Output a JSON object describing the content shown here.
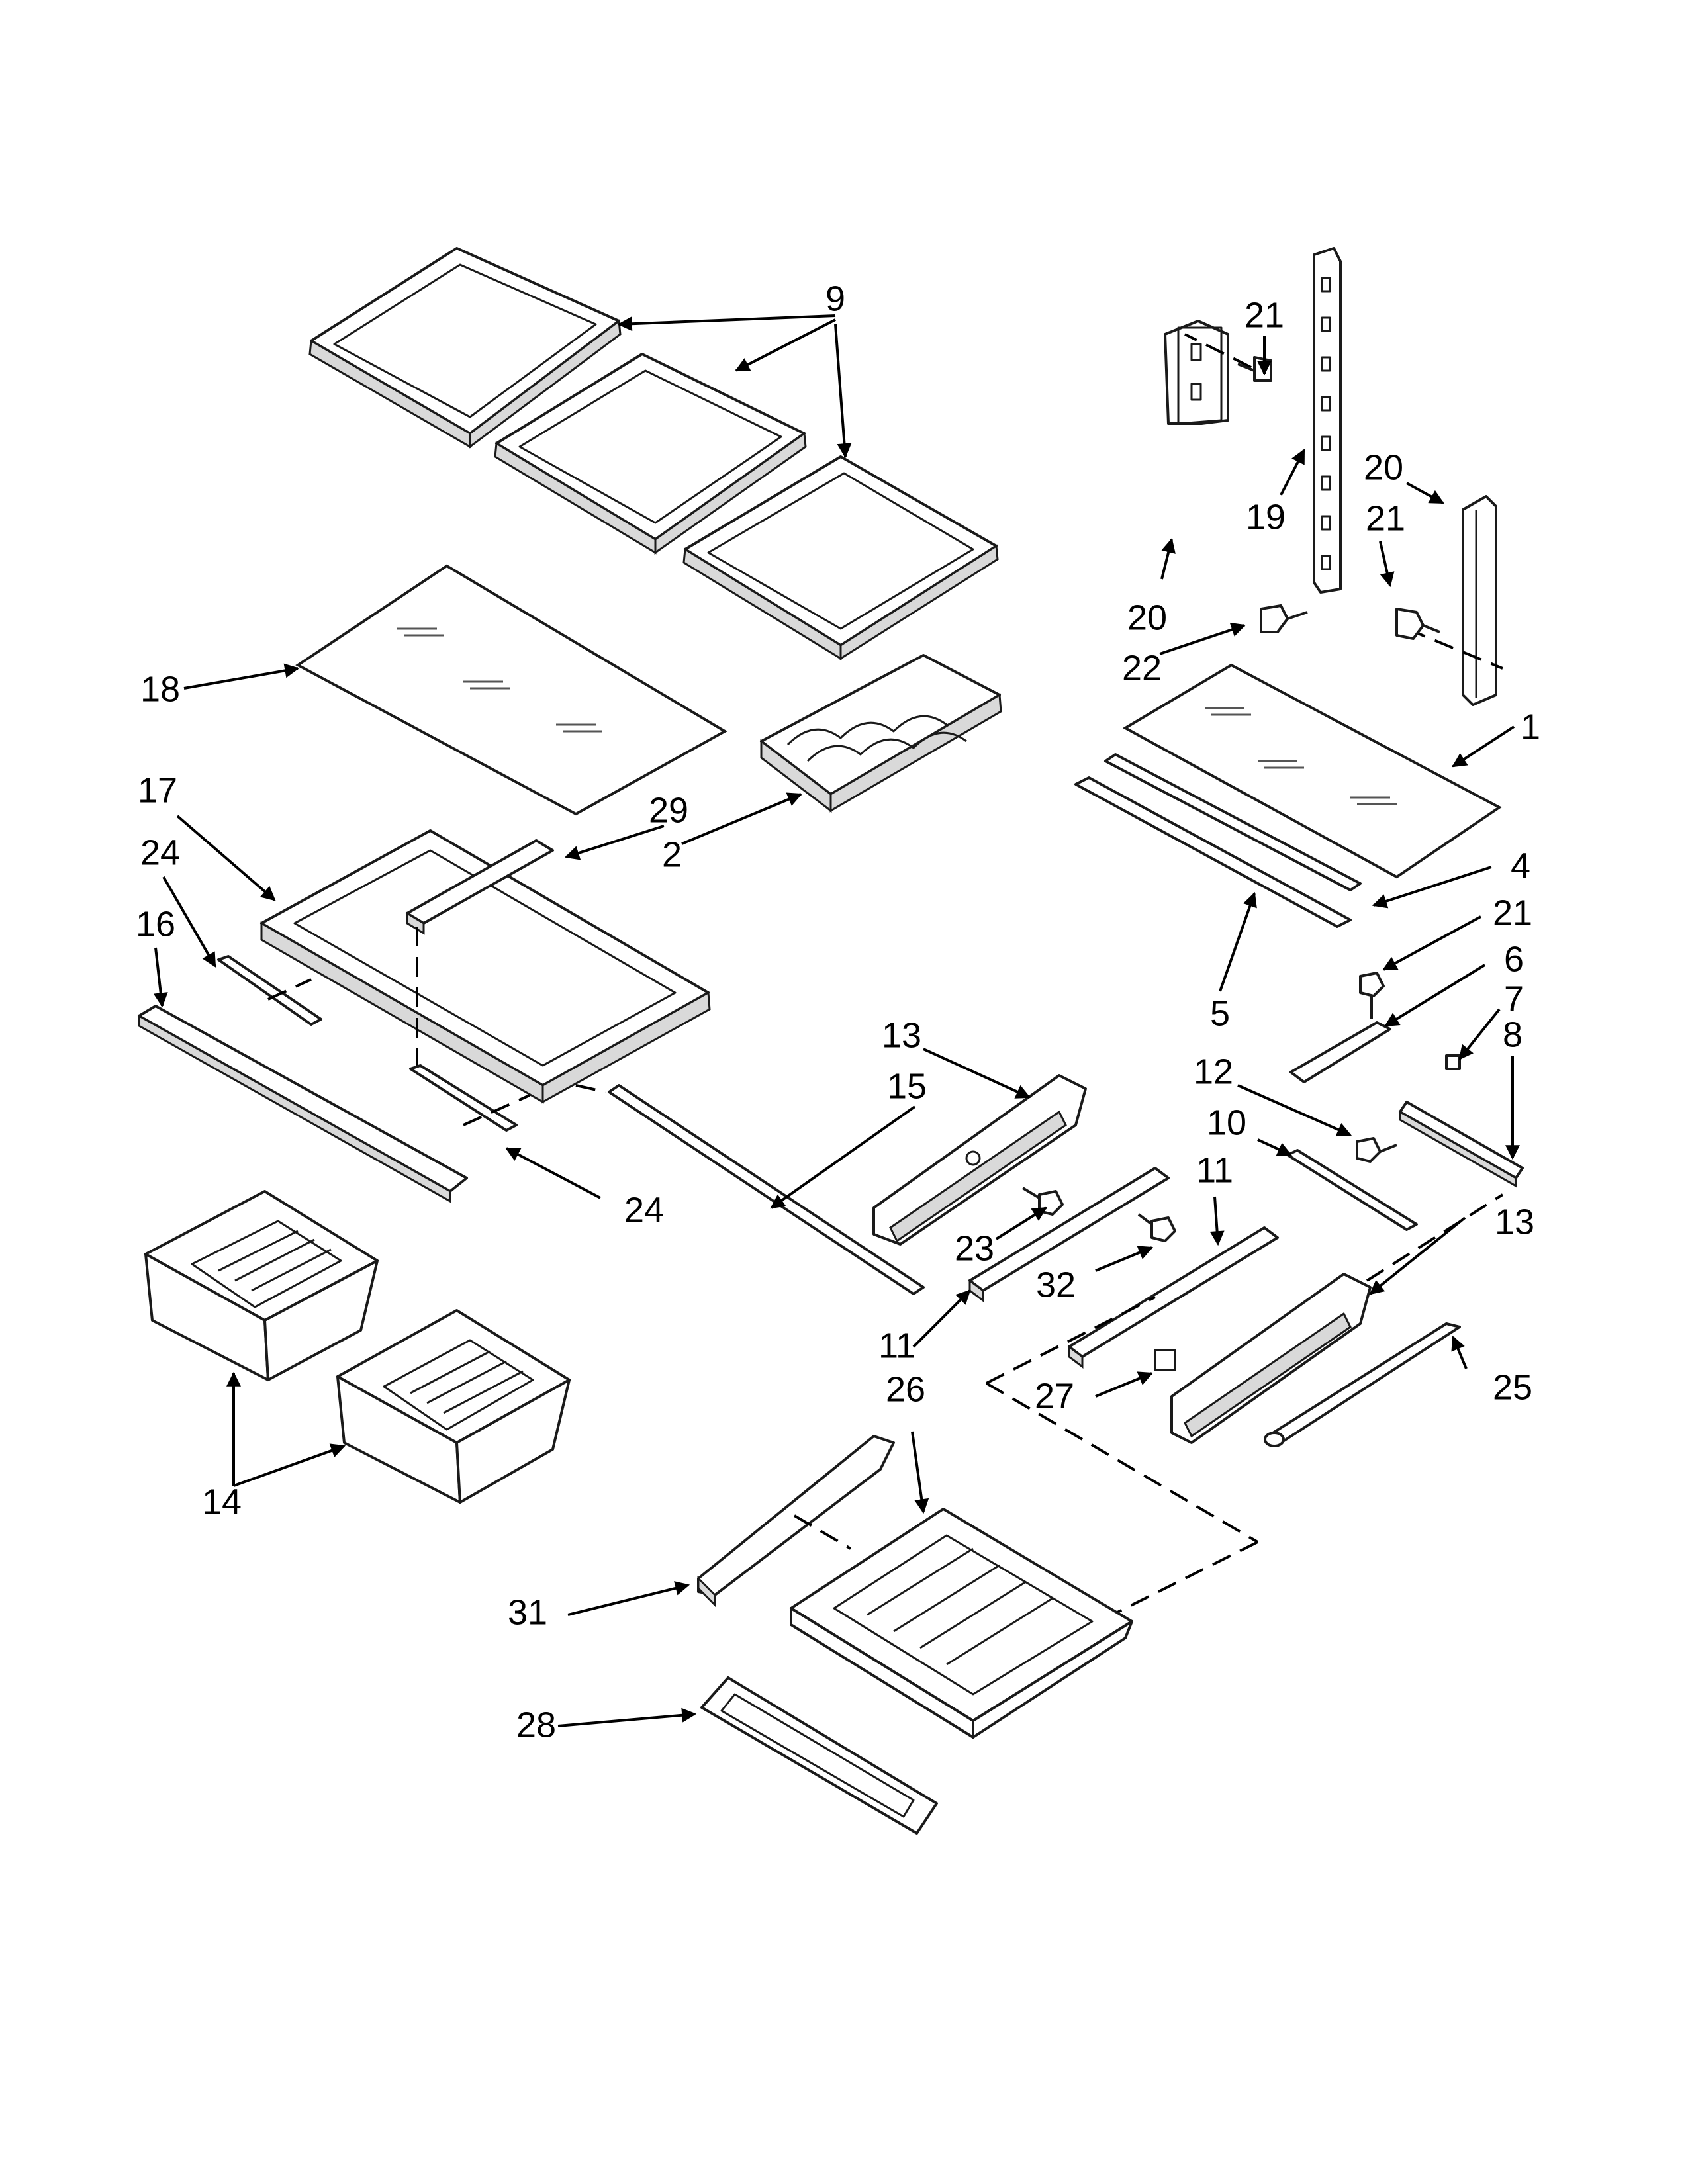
{
  "callouts": [
    {
      "id": "c1",
      "text": "9"
    },
    {
      "id": "c2",
      "text": "21"
    },
    {
      "id": "c3",
      "text": "20"
    },
    {
      "id": "c4",
      "text": "19"
    },
    {
      "id": "c5",
      "text": "21"
    },
    {
      "id": "c6",
      "text": "20"
    },
    {
      "id": "c7",
      "text": "22"
    },
    {
      "id": "c8",
      "text": "18"
    },
    {
      "id": "c9",
      "text": "1"
    },
    {
      "id": "c10",
      "text": "17"
    },
    {
      "id": "c11",
      "text": "29"
    },
    {
      "id": "c12",
      "text": "2"
    },
    {
      "id": "c13",
      "text": "24"
    },
    {
      "id": "c14",
      "text": "16"
    },
    {
      "id": "c15",
      "text": "4"
    },
    {
      "id": "c16",
      "text": "21"
    },
    {
      "id": "c17",
      "text": "6"
    },
    {
      "id": "c18",
      "text": "7"
    },
    {
      "id": "c19",
      "text": "5"
    },
    {
      "id": "c20",
      "text": "13"
    },
    {
      "id": "c21",
      "text": "15"
    },
    {
      "id": "c22",
      "text": "12"
    },
    {
      "id": "c23",
      "text": "8"
    },
    {
      "id": "c24",
      "text": "10"
    },
    {
      "id": "c25",
      "text": "11"
    },
    {
      "id": "c26",
      "text": "24"
    },
    {
      "id": "c27",
      "text": "23"
    },
    {
      "id": "c28",
      "text": "13"
    },
    {
      "id": "c29",
      "text": "32"
    },
    {
      "id": "c30",
      "text": "11"
    },
    {
      "id": "c31",
      "text": "26"
    },
    {
      "id": "c32",
      "text": "27"
    },
    {
      "id": "c33",
      "text": "25"
    },
    {
      "id": "c34",
      "text": "14"
    },
    {
      "id": "c35",
      "text": "31"
    },
    {
      "id": "c36",
      "text": "28"
    }
  ]
}
